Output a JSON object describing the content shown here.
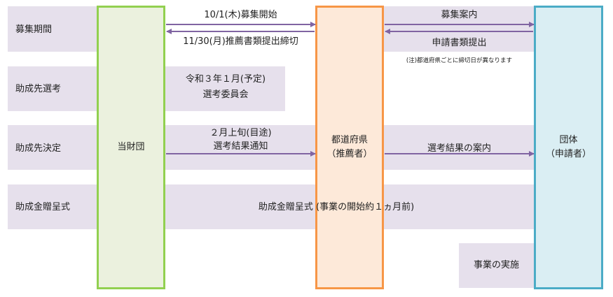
{
  "rows": {
    "boshu_kikan": "募集期間",
    "josei_senkou": "助成先選考",
    "josei_kettei": "助成先決定",
    "josei_zouteishiki": "助成金贈呈式"
  },
  "columns": {
    "foundation": "当財団",
    "prefecture": "都道府県",
    "prefecture_sub": "（推薦者）",
    "group": "団体",
    "group_sub": "（申請者）"
  },
  "flows": {
    "boshu_kaishi": "10/1(木)募集開始",
    "suisen_shimekiri": "11/30(月)推薦書類提出締切",
    "boshu_annai": "募集案内",
    "shinsei_teishutsu": "申請書類提出",
    "note": "(注)都道府県ごとに締切日が異なります",
    "senkou_line1": "令和３年１月(予定)",
    "senkou_line2": "選考委員会",
    "kettei_line1": "２月上旬(目途)",
    "kettei_line2": "選考結果通知",
    "kekka_annai": "選考結果の案内",
    "zouteishiki_detail": "助成金贈呈式 (事業の開始約１ヵ月前)",
    "jigyo_jisshi": "事業の実施"
  },
  "colors": {
    "band": "#e6e0ec",
    "arrow": "#8064a2",
    "green_border": "#92d050",
    "orange_border": "#f79646",
    "blue_border": "#4bacc6"
  }
}
